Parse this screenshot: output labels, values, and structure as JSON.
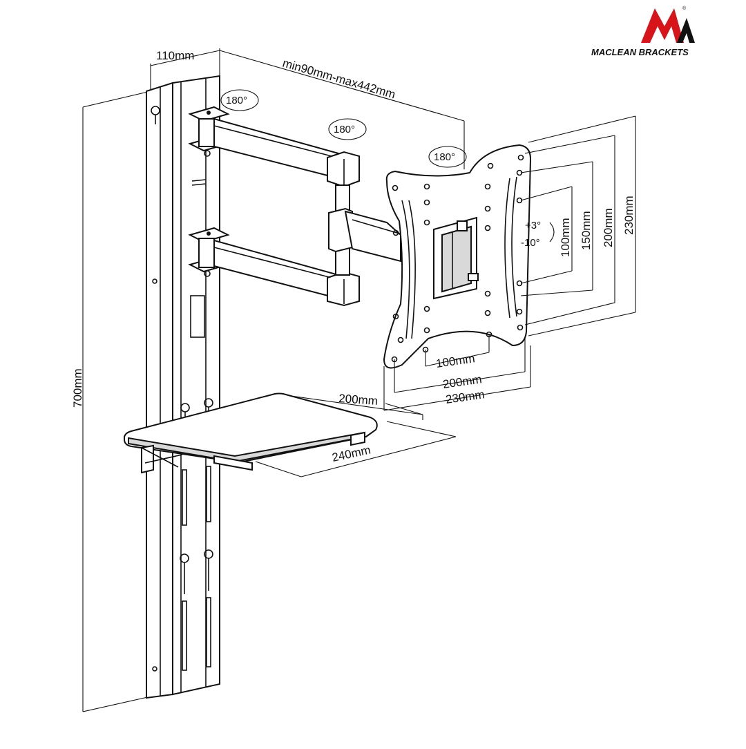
{
  "brand": {
    "name": "MACLEAN BRACKETS",
    "registered": "®",
    "logo_colors": {
      "red": "#d7141a",
      "black": "#111111"
    }
  },
  "dimensions": {
    "wall_offset": "110mm",
    "arm_extension": "min90mm-max442mm",
    "height": "700mm",
    "shelf_depth": "200mm",
    "shelf_width": "240mm",
    "vesa_h_inner": "100mm",
    "vesa_h_mid": "200mm",
    "vesa_h_outer": "230mm",
    "vesa_v_inner": "100mm",
    "vesa_v_mid": "150mm",
    "vesa_v_outer": "200mm",
    "vesa_v_max": "230mm"
  },
  "rotations": {
    "wall_pivot": "180°",
    "arm_pivot": "180°",
    "head_pivot": "180°"
  },
  "tilt": {
    "up": "+3°",
    "down": "-10°"
  }
}
